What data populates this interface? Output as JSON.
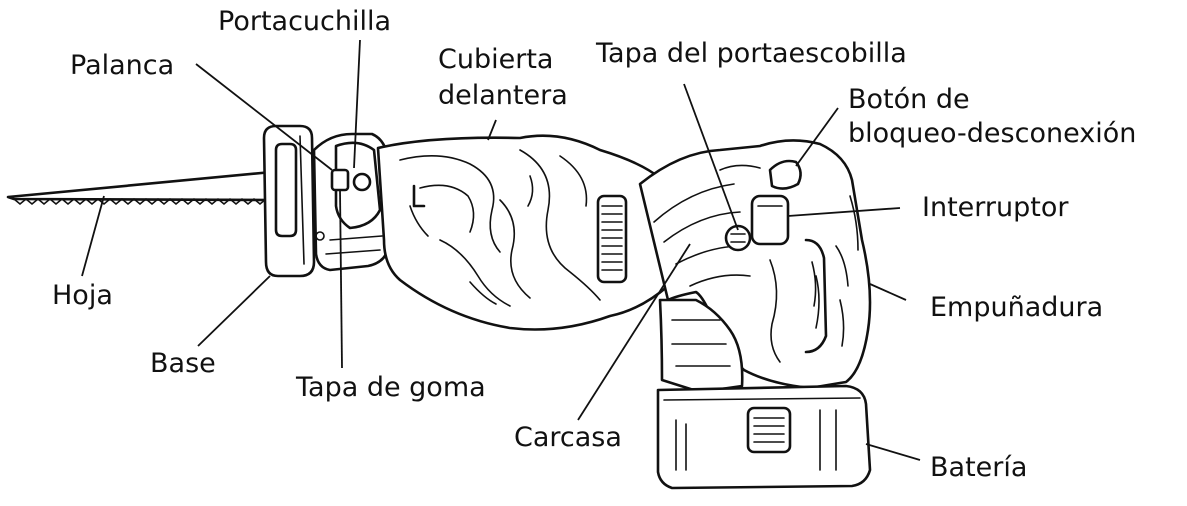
{
  "labels": {
    "portacuchilla": "Portacuchilla",
    "palanca": "Palanca",
    "cubierta": "Cubierta",
    "delantera": "delantera",
    "tapa_portaescobilla": "Tapa del portaescobilla",
    "boton_de": "Botón de",
    "bloqueo": "bloqueo-desconexión",
    "interruptor": "Interruptor",
    "hoja": "Hoja",
    "empunadura": "Empuñadura",
    "base": "Base",
    "tapa_goma": "Tapa de goma",
    "carcasa": "Carcasa",
    "bateria": "Batería"
  },
  "colors": {
    "ink": "#111111",
    "paper": "#ffffff"
  }
}
